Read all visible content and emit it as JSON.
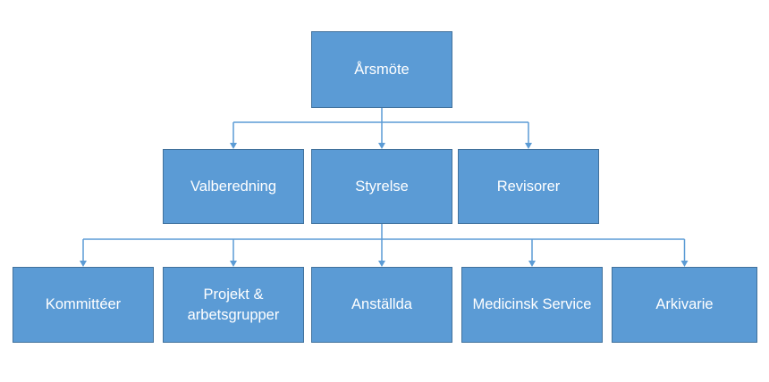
{
  "colors": {
    "node_fill": "#5b9bd5",
    "node_border": "#41719c",
    "connector": "#5b9bd5",
    "text": "#ffffff"
  },
  "nodes": {
    "arsmote": "Årsmöte",
    "valberedning": "Valberedning",
    "styrelse": "Styrelse",
    "revisorer": "Revisorer",
    "kommitteer": "Kommittéer",
    "projekt": "Projekt &\narbetsgrupper",
    "anstallda": "Anställda",
    "medicinsk_service": "Medicinsk Service",
    "arkivarie": "Arkivarie"
  },
  "edges": [
    [
      "arsmote",
      "valberedning"
    ],
    [
      "arsmote",
      "styrelse"
    ],
    [
      "arsmote",
      "revisorer"
    ],
    [
      "styrelse",
      "kommitteer"
    ],
    [
      "styrelse",
      "projekt"
    ],
    [
      "styrelse",
      "anstallda"
    ],
    [
      "styrelse",
      "medicinsk_service"
    ],
    [
      "styrelse",
      "arkivarie"
    ]
  ]
}
